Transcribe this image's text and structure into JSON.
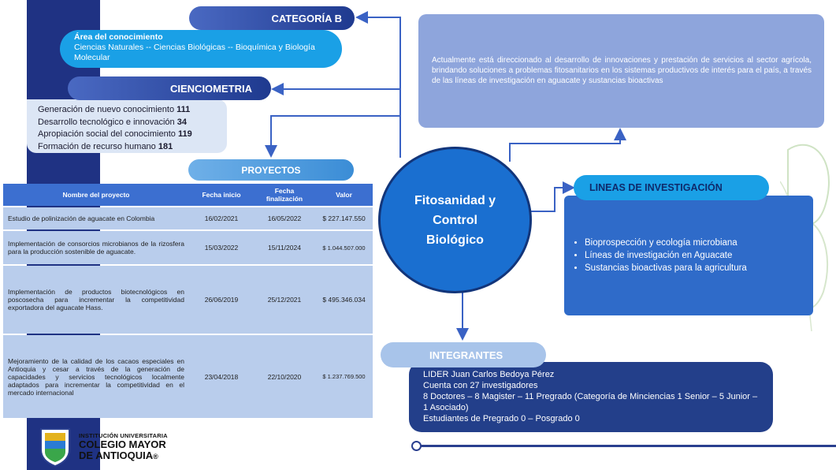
{
  "categoria": {
    "title": "CATEGORÍA B"
  },
  "area": {
    "title": "Área del conocimiento",
    "text": "Ciencias Naturales -- Ciencias Biológicas -- Bioquímica y Biología Molecular"
  },
  "cienciometria": {
    "title": "CIENCIOMETRIA",
    "items": [
      {
        "label": "Generación de nuevo conocimiento",
        "value": "111"
      },
      {
        "label": "Desarrollo tecnológico e innovación",
        "value": "34"
      },
      {
        "label": "Apropiación social del conocimiento",
        "value": "119"
      },
      {
        "label": "Formación de recurso humano",
        "value": "181"
      }
    ]
  },
  "proyectos": {
    "title": "PROYECTOS",
    "headers": [
      "Nombre del proyecto",
      "Fecha inicio",
      "Fecha finalización",
      "Valor"
    ],
    "rows": [
      {
        "name": "Estudio de polinización de aguacate en Colombia",
        "inicio": "16/02/2021",
        "fin": "16/05/2022",
        "valor": "$ 227.147.550"
      },
      {
        "name": "Implementación de consorcios microbianos de la rizosfera para la producción sostenible de aguacate.",
        "inicio": "15/03/2022",
        "fin": "15/11/2024",
        "valor": "$ 1.044.507.000"
      },
      {
        "name": "Implementación de productos biotecnológicos en poscosecha para incrementar la competitividad exportadora del aguacate Hass.",
        "inicio": "26/06/2019",
        "fin": "25/12/2021",
        "valor": "$ 495.346.034"
      },
      {
        "name": "Mejoramiento de la calidad de los cacaos especiales en Antioquia y cesar a través de la generación de capacidades y servicios tecnológicos localmente adaptados para incrementar la competitividad en el mercado internacional",
        "inicio": "23/04/2018",
        "fin": "22/10/2020",
        "valor": "$ 1.237.769.500"
      }
    ]
  },
  "center": {
    "title": "Fitosanidad y Control Biológico"
  },
  "descripcion": {
    "text": "Actualmente está direccionado al desarrollo de innovaciones y prestación de servicios al sector agrícola, brindando soluciones a problemas fitosanitarios en los sistemas productivos de interés para el país, a través de las líneas de investigación en aguacate y sustancias bioactivas"
  },
  "lineas": {
    "title": "LINEAS DE INVESTIGACIÓN",
    "items": [
      "Bioprospección y ecología microbiana",
      "Líneas de investigación en Aguacate",
      "Sustancias bioactivas para la agricultura"
    ]
  },
  "integrantes": {
    "title": "INTEGRANTES",
    "lines": [
      "LIDER Juan Carlos Bedoya Pérez",
      "Cuenta con 27 investigadores",
      "8 Doctores – 8 Magister – 11 Pregrado (Categoría de Minciencias 1 Senior – 5 Junior – 1 Asociado)",
      "Estudiantes de Pregrado 0 – Posgrado 0"
    ]
  },
  "logo": {
    "line1": "INSTITUCIÓN UNIVERSITARIA",
    "line2": "COLEGIO MAYOR",
    "line3": "DE ANTIOQUIA",
    "mark": "®"
  },
  "colors": {
    "navy": "#1f3283",
    "blue": "#1a6fd0",
    "cyan": "#1aa0e6",
    "light": "#b9cdec"
  }
}
